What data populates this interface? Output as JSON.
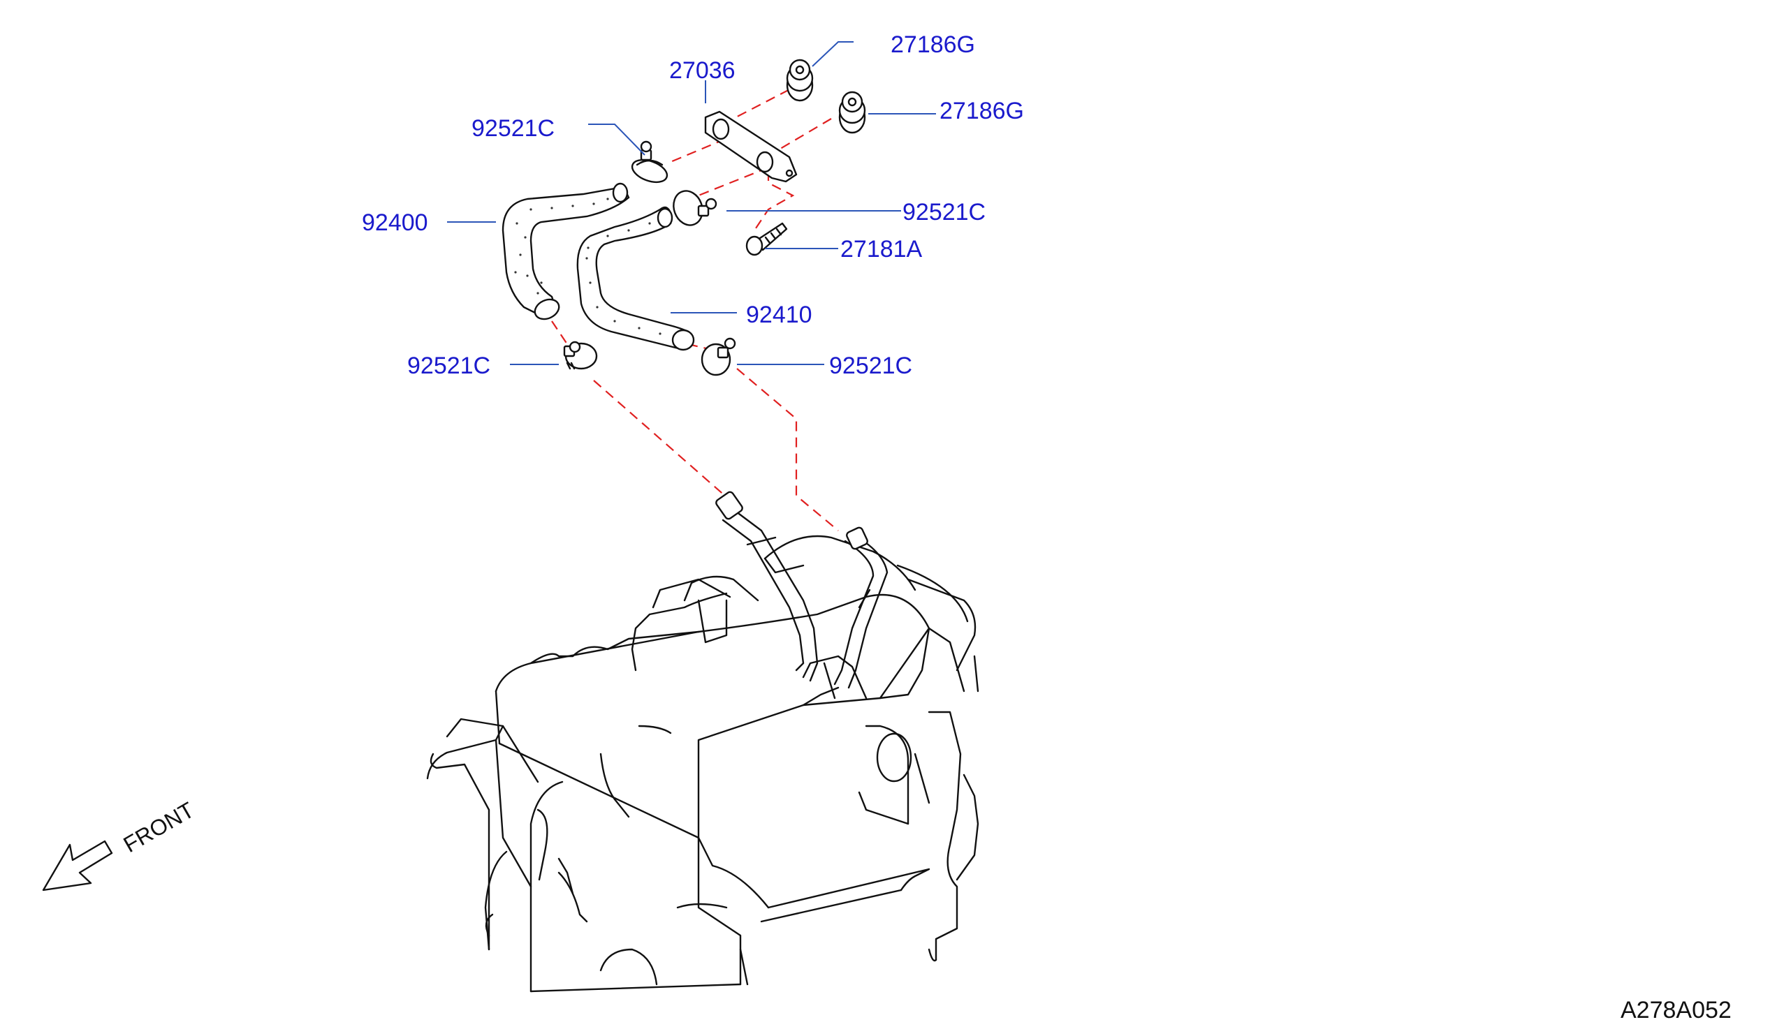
{
  "diagram_id": "A278A052",
  "front_label": "FRONT",
  "callouts": {
    "c1": "27186G",
    "c2": "27036",
    "c3": "27186G",
    "c4": "92521C",
    "c5": "92400",
    "c6": "92521C",
    "c7": "27181A",
    "c8": "92410",
    "c9": "92521C",
    "c10": "92521C"
  },
  "colors": {
    "label": "#1a1acc",
    "leader": "#2b55b8",
    "dash": "#e02020",
    "line": "#111111"
  }
}
